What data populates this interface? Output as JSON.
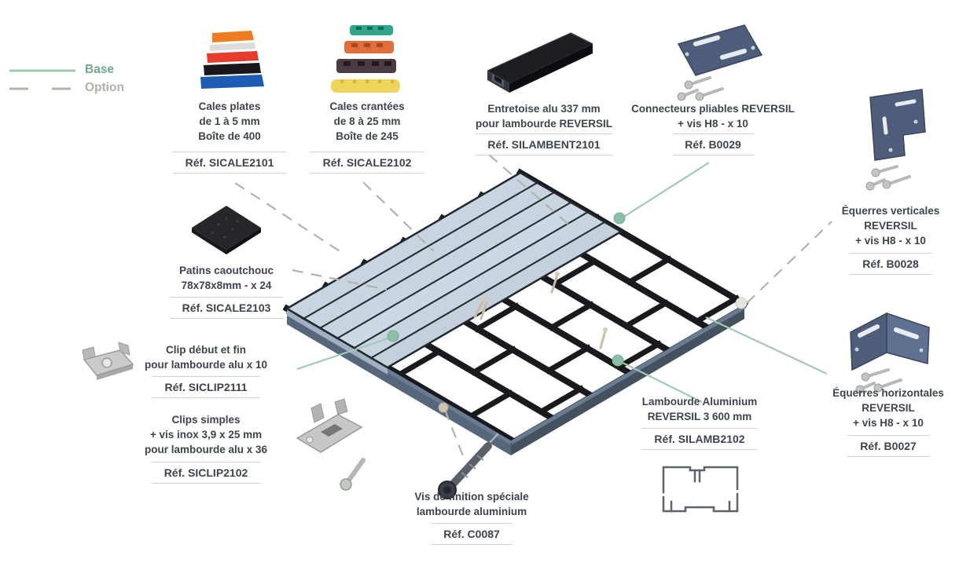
{
  "legend": {
    "base": {
      "label": "Base",
      "color": "#6fa98c",
      "line_style": "solid"
    },
    "option": {
      "label": "Option",
      "color": "#b5aea8",
      "line_style": "dashed"
    }
  },
  "products": [
    {
      "id": "cales-plates",
      "name_lines": [
        "Cales plates",
        "de 1 à 5 mm",
        "Boîte de 400"
      ],
      "ref": "Réf. SICALE2101",
      "link": "option",
      "icon": "flat-shims-stack-icon"
    },
    {
      "id": "cales-crantees",
      "name_lines": [
        "Cales crantées",
        "de 8 à 25 mm",
        "Boîte de 245"
      ],
      "ref": "Réf. SICALE2102",
      "link": "option",
      "icon": "notched-shims-stack-icon"
    },
    {
      "id": "entretoise",
      "name_lines": [
        "Entretoise alu 337 mm",
        "pour lambourde REVERSIL"
      ],
      "ref": "Réf. SILAMBENT2101",
      "link": "option",
      "icon": "alu-spacer-bar-icon"
    },
    {
      "id": "connecteurs-pliables",
      "name_lines": [
        "Connecteurs pliables REVERSIL",
        "+ vis H8 - x 10"
      ],
      "ref": "Réf. B0029",
      "link": "base",
      "icon": "folding-connector-plate-icon"
    },
    {
      "id": "equerres-verticales",
      "name_lines": [
        "Équerres verticales",
        "REVERSIL",
        "+ vis H8 - x 10"
      ],
      "ref": "Réf. B0028",
      "link": "option",
      "icon": "vertical-bracket-icon"
    },
    {
      "id": "patins-caoutchouc",
      "name_lines": [
        "Patins caoutchouc",
        "78x78x8mm - x 24"
      ],
      "ref": "Réf. SICALE2103",
      "link": "option",
      "icon": "rubber-pad-icon"
    },
    {
      "id": "clip-debut-fin",
      "name_lines": [
        "Clip début et fin",
        "pour lambourde alu x 10"
      ],
      "ref": "Réf. SICLIP2111",
      "link": "base",
      "icon": "start-end-clip-icon"
    },
    {
      "id": "clips-simples",
      "name_lines": [
        "Clips simples",
        "+ vis inox 3,9 x 25 mm",
        "pour lambourde alu x 36"
      ],
      "ref": "Réf. SICLIP2102",
      "icon": "simple-clip-screw-icon"
    },
    {
      "id": "vis-finition",
      "name_lines": [
        "Vis de finition spéciale",
        "lambourde aluminium"
      ],
      "ref": "Réf. C0087",
      "link": "option",
      "icon": "finishing-screw-icon"
    },
    {
      "id": "lambourde-aluminium",
      "name_lines": [
        "Lambourde Aluminium",
        "REVERSIL 3 600 mm"
      ],
      "ref": "Réf. SILAMB2102",
      "link": "base",
      "icon": "joist-profile-section-icon"
    },
    {
      "id": "equerres-horizontales",
      "name_lines": [
        "Équerres horizontales",
        "REVERSIL",
        "+ vis H8 - x 10"
      ],
      "ref": "Réf. B0027",
      "link": "base",
      "icon": "horizontal-bracket-icon"
    }
  ],
  "illustration": {
    "description": "Isometric aluminium joist frame (REVERSIL) partially covered with deck boards",
    "board_color": "#c9d4e1",
    "frame_color": "#191a1e",
    "edge_profile_color": "#6a7c91",
    "base_link_color": "#a3c8b6",
    "base_dot_color": "#8cc0a6",
    "option_link_color": "#b8b1aa"
  }
}
